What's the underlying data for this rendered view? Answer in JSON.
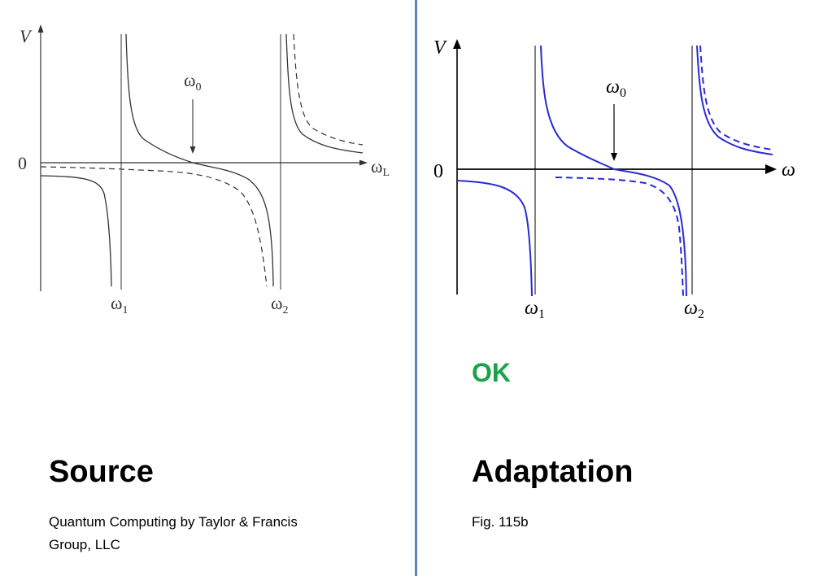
{
  "source": {
    "heading": "Source",
    "caption": "Quantum Computing by Taylor & Francis Group, LLC",
    "plot": {
      "y_axis_label": "V",
      "x_axis_label": "ω",
      "x_axis_subscript": "L",
      "zero_label": "0",
      "arrow_label": "ω",
      "arrow_label_sub": "0",
      "tick1_label": "ω",
      "tick1_sub": "1",
      "tick2_label": "ω",
      "tick2_sub": "2",
      "curve_color": "#333333"
    }
  },
  "adaptation": {
    "status": "OK",
    "status_color": "#1aa34a",
    "heading": "Adaptation",
    "caption": "Fig. 115b",
    "plot": {
      "y_axis_label": "V",
      "x_axis_label": "ω",
      "zero_label": "0",
      "arrow_label": "ω",
      "arrow_label_sub": "0",
      "tick1_label": "ω",
      "tick1_sub": "1",
      "tick2_label": "ω",
      "tick2_sub": "2",
      "curve_color": "#2a2ad4"
    }
  },
  "divider_color": "#5b86b7"
}
